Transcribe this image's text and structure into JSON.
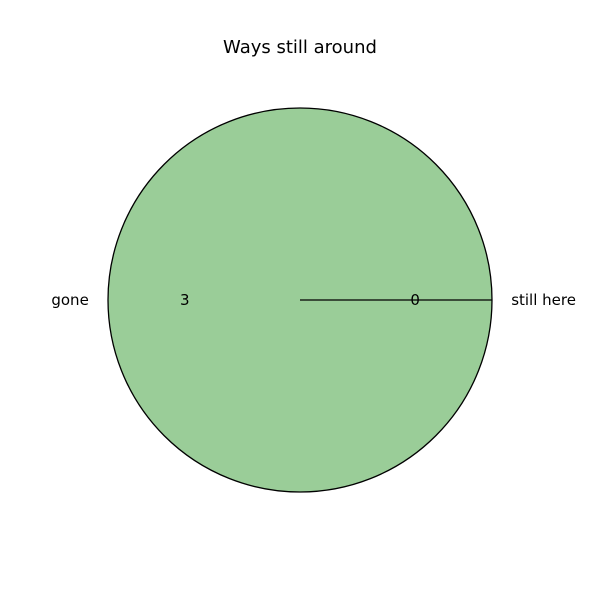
{
  "chart_data": {
    "type": "pie",
    "title": "Ways still around",
    "labels": [
      "still here",
      "gone"
    ],
    "values": [
      0,
      3
    ],
    "colors": [
      "#9acd98",
      "#9acd98"
    ],
    "edge_color": "#000000",
    "start_angle_deg": 0
  }
}
